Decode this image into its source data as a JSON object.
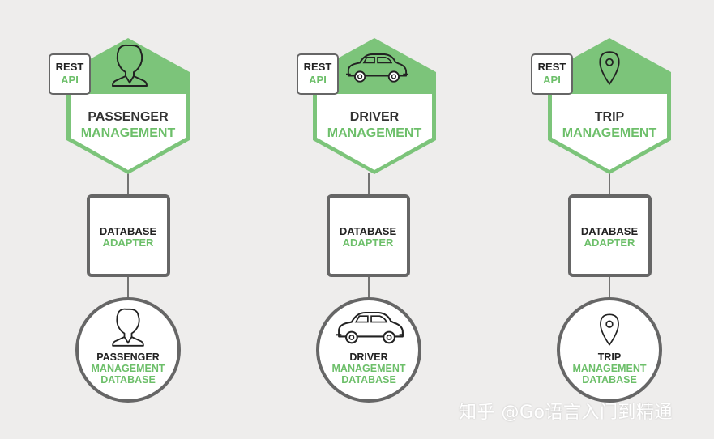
{
  "colors": {
    "green": "#6dbf6a",
    "light_green": "#7cc47a",
    "dark_text": "#222222",
    "border_gray": "#666666",
    "background": "#eeedec"
  },
  "services": [
    {
      "icon": "person-icon",
      "api": {
        "line1": "REST",
        "line2": "API"
      },
      "title": "PASSENGER",
      "subtitle": "MANAGEMENT",
      "adapter": {
        "line1": "DATABASE",
        "line2": "ADAPTER"
      },
      "database": {
        "line1": "PASSENGER",
        "line2": "MANAGEMENT",
        "line3": "DATABASE"
      }
    },
    {
      "icon": "car-icon",
      "api": {
        "line1": "REST",
        "line2": "API"
      },
      "title": "DRIVER",
      "subtitle": "MANAGEMENT",
      "adapter": {
        "line1": "DATABASE",
        "line2": "ADAPTER"
      },
      "database": {
        "line1": "DRIVER",
        "line2": "MANAGEMENT",
        "line3": "DATABASE"
      }
    },
    {
      "icon": "location-pin-icon",
      "api": {
        "line1": "REST",
        "line2": "API"
      },
      "title": "TRIP",
      "subtitle": "MANAGEMENT",
      "adapter": {
        "line1": "DATABASE",
        "line2": "ADAPTER"
      },
      "database": {
        "line1": "TRIP",
        "line2": "MANAGEMENT",
        "line3": "DATABASE"
      }
    }
  ],
  "watermark": "知乎 @Go语言入门到精通"
}
